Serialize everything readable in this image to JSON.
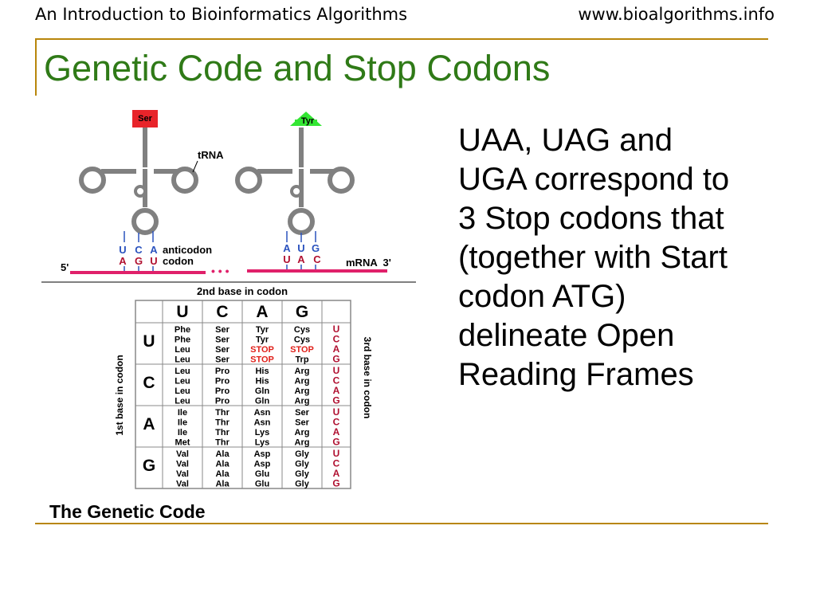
{
  "header": {
    "left": "An Introduction to Bioinformatics Algorithms",
    "right": "www.bioalgorithms.info"
  },
  "slide": {
    "title": "Genetic Code and Stop Codons",
    "body_lines": [
      "UAA, UAG and",
      "UGA correspond to",
      "3 Stop codons that",
      "(together with Start",
      "codon ATG)",
      "delineate Open",
      "Reading Frames"
    ]
  },
  "figure": {
    "trna_left_amino": "Ser",
    "trna_right_amino": "Tyr",
    "trna_label": "tRNA",
    "anticodon_label": "anticodon",
    "codon_label": "codon",
    "five_prime": "5'",
    "mrna_label": "mRNA  3'",
    "ellipsis": "• • •",
    "left_anticodon": [
      "U",
      "C",
      "A"
    ],
    "left_codon": [
      "A",
      "G",
      "U"
    ],
    "right_anticodon": [
      "A",
      "U",
      "G"
    ],
    "right_codon": [
      "U",
      "A",
      "C"
    ],
    "second_base_label": "2nd base in codon",
    "first_base_label": "1st base in codon",
    "third_base_label": "3rd base in codon",
    "bases": [
      "U",
      "C",
      "A",
      "G"
    ],
    "caption": "The Genetic Code",
    "codon_table": [
      [
        [
          "Phe",
          "Phe",
          "Leu",
          "Leu"
        ],
        [
          "Ser",
          "Ser",
          "Ser",
          "Ser"
        ],
        [
          "Tyr",
          "Tyr",
          "STOP",
          "STOP"
        ],
        [
          "Cys",
          "Cys",
          "STOP",
          "Trp"
        ]
      ],
      [
        [
          "Leu",
          "Leu",
          "Leu",
          "Leu"
        ],
        [
          "Pro",
          "Pro",
          "Pro",
          "Pro"
        ],
        [
          "His",
          "His",
          "Gln",
          "Gln"
        ],
        [
          "Arg",
          "Arg",
          "Arg",
          "Arg"
        ]
      ],
      [
        [
          "Ile",
          "Ile",
          "Ile",
          "Met"
        ],
        [
          "Thr",
          "Thr",
          "Thr",
          "Thr"
        ],
        [
          "Asn",
          "Asn",
          "Lys",
          "Lys"
        ],
        [
          "Ser",
          "Ser",
          "Arg",
          "Arg"
        ]
      ],
      [
        [
          "Val",
          "Val",
          "Val",
          "Val"
        ],
        [
          "Ala",
          "Ala",
          "Ala",
          "Ala"
        ],
        [
          "Asp",
          "Asp",
          "Glu",
          "Glu"
        ],
        [
          "Gly",
          "Gly",
          "Gly",
          "Gly"
        ]
      ]
    ],
    "colors": {
      "ser_box": "#e8242a",
      "tyr_box": "#33e633",
      "trna_body": "#808080",
      "anticodon_text": "#2a52be",
      "codon_text": "#b01030",
      "mrna": "#e0206a",
      "stop": "#e0201a",
      "third_base": "#b01030",
      "table_border": "#888888"
    }
  }
}
